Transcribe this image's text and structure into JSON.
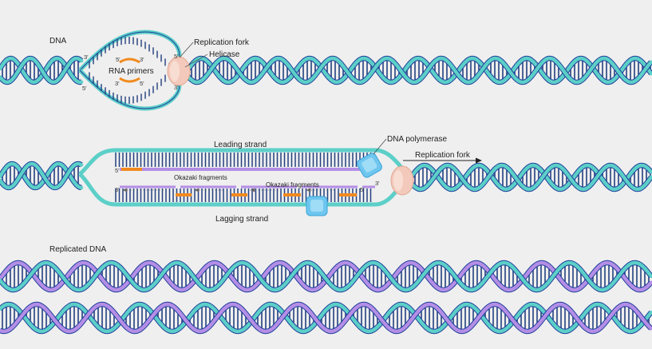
{
  "colors": {
    "background": "#efefef",
    "parent_strand": "#5ccfc8",
    "parent_strand_dark": "#1f3f9a",
    "new_strand": "#b48ee6",
    "base_pairs": "#23407f",
    "rna_primer": "#f28a1f",
    "helicase": "#f3c9bb",
    "polymerase": "#6ec6ef"
  },
  "labels": {
    "dna": "DNA",
    "replication_fork_1": "Replication fork",
    "helicase": "Helicase",
    "rna_primers": "RNA primers",
    "leading_strand": "Leading strand",
    "lagging_strand": "Lagging strand",
    "dna_polymerase": "DNA polymerase",
    "replication_fork_2": "Replication fork",
    "okazaki_1": "Okazaki fragments",
    "okazaki_2": "Okazaki fragments",
    "replicated_dna": "Replicated DNA"
  },
  "ends": {
    "top_left_top": "3'",
    "top_left_bottom": "5'",
    "bubble_primer_top_5": "5'",
    "bubble_primer_top_3": "3'",
    "bubble_primer_bottom_3": "3'",
    "bubble_primer_bottom_5": "5'",
    "fork_top": "5'",
    "fork_bottom": "3'",
    "leading_5": "5'",
    "leading_3": "3'",
    "lagging_3": "3'",
    "lagging_5": "5'"
  },
  "icons": {
    "helicase": "helicase-enzyme-icon",
    "polymerase": "dna-polymerase-icon",
    "arrow": "direction-arrow-icon"
  }
}
